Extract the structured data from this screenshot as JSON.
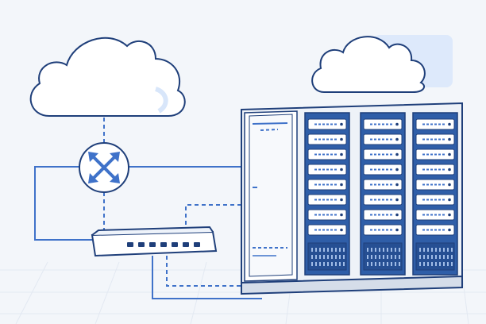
{
  "colors": {
    "background": "#f3f6fa",
    "outline": "#1f3f7a",
    "accent_blue": "#3f72c9",
    "cloud_fill": "#ffffff",
    "cloud_shadow": "#d8e6fa",
    "rack_body": "#f7f9fc",
    "rack_panel": "#2f5ea8",
    "drive_fill": "#ffffff",
    "cable": "#3f72c9"
  },
  "icons": {
    "cloud_left": "cloud-icon",
    "cloud_right": "cloud-icon",
    "router": "router-cross-arrows-icon",
    "switch": "network-switch-icon",
    "server_rack": "server-rack-icon"
  },
  "switch": {
    "port_count": 7
  },
  "racks": {
    "count": 3,
    "drive_bays_per_rack": 8
  }
}
